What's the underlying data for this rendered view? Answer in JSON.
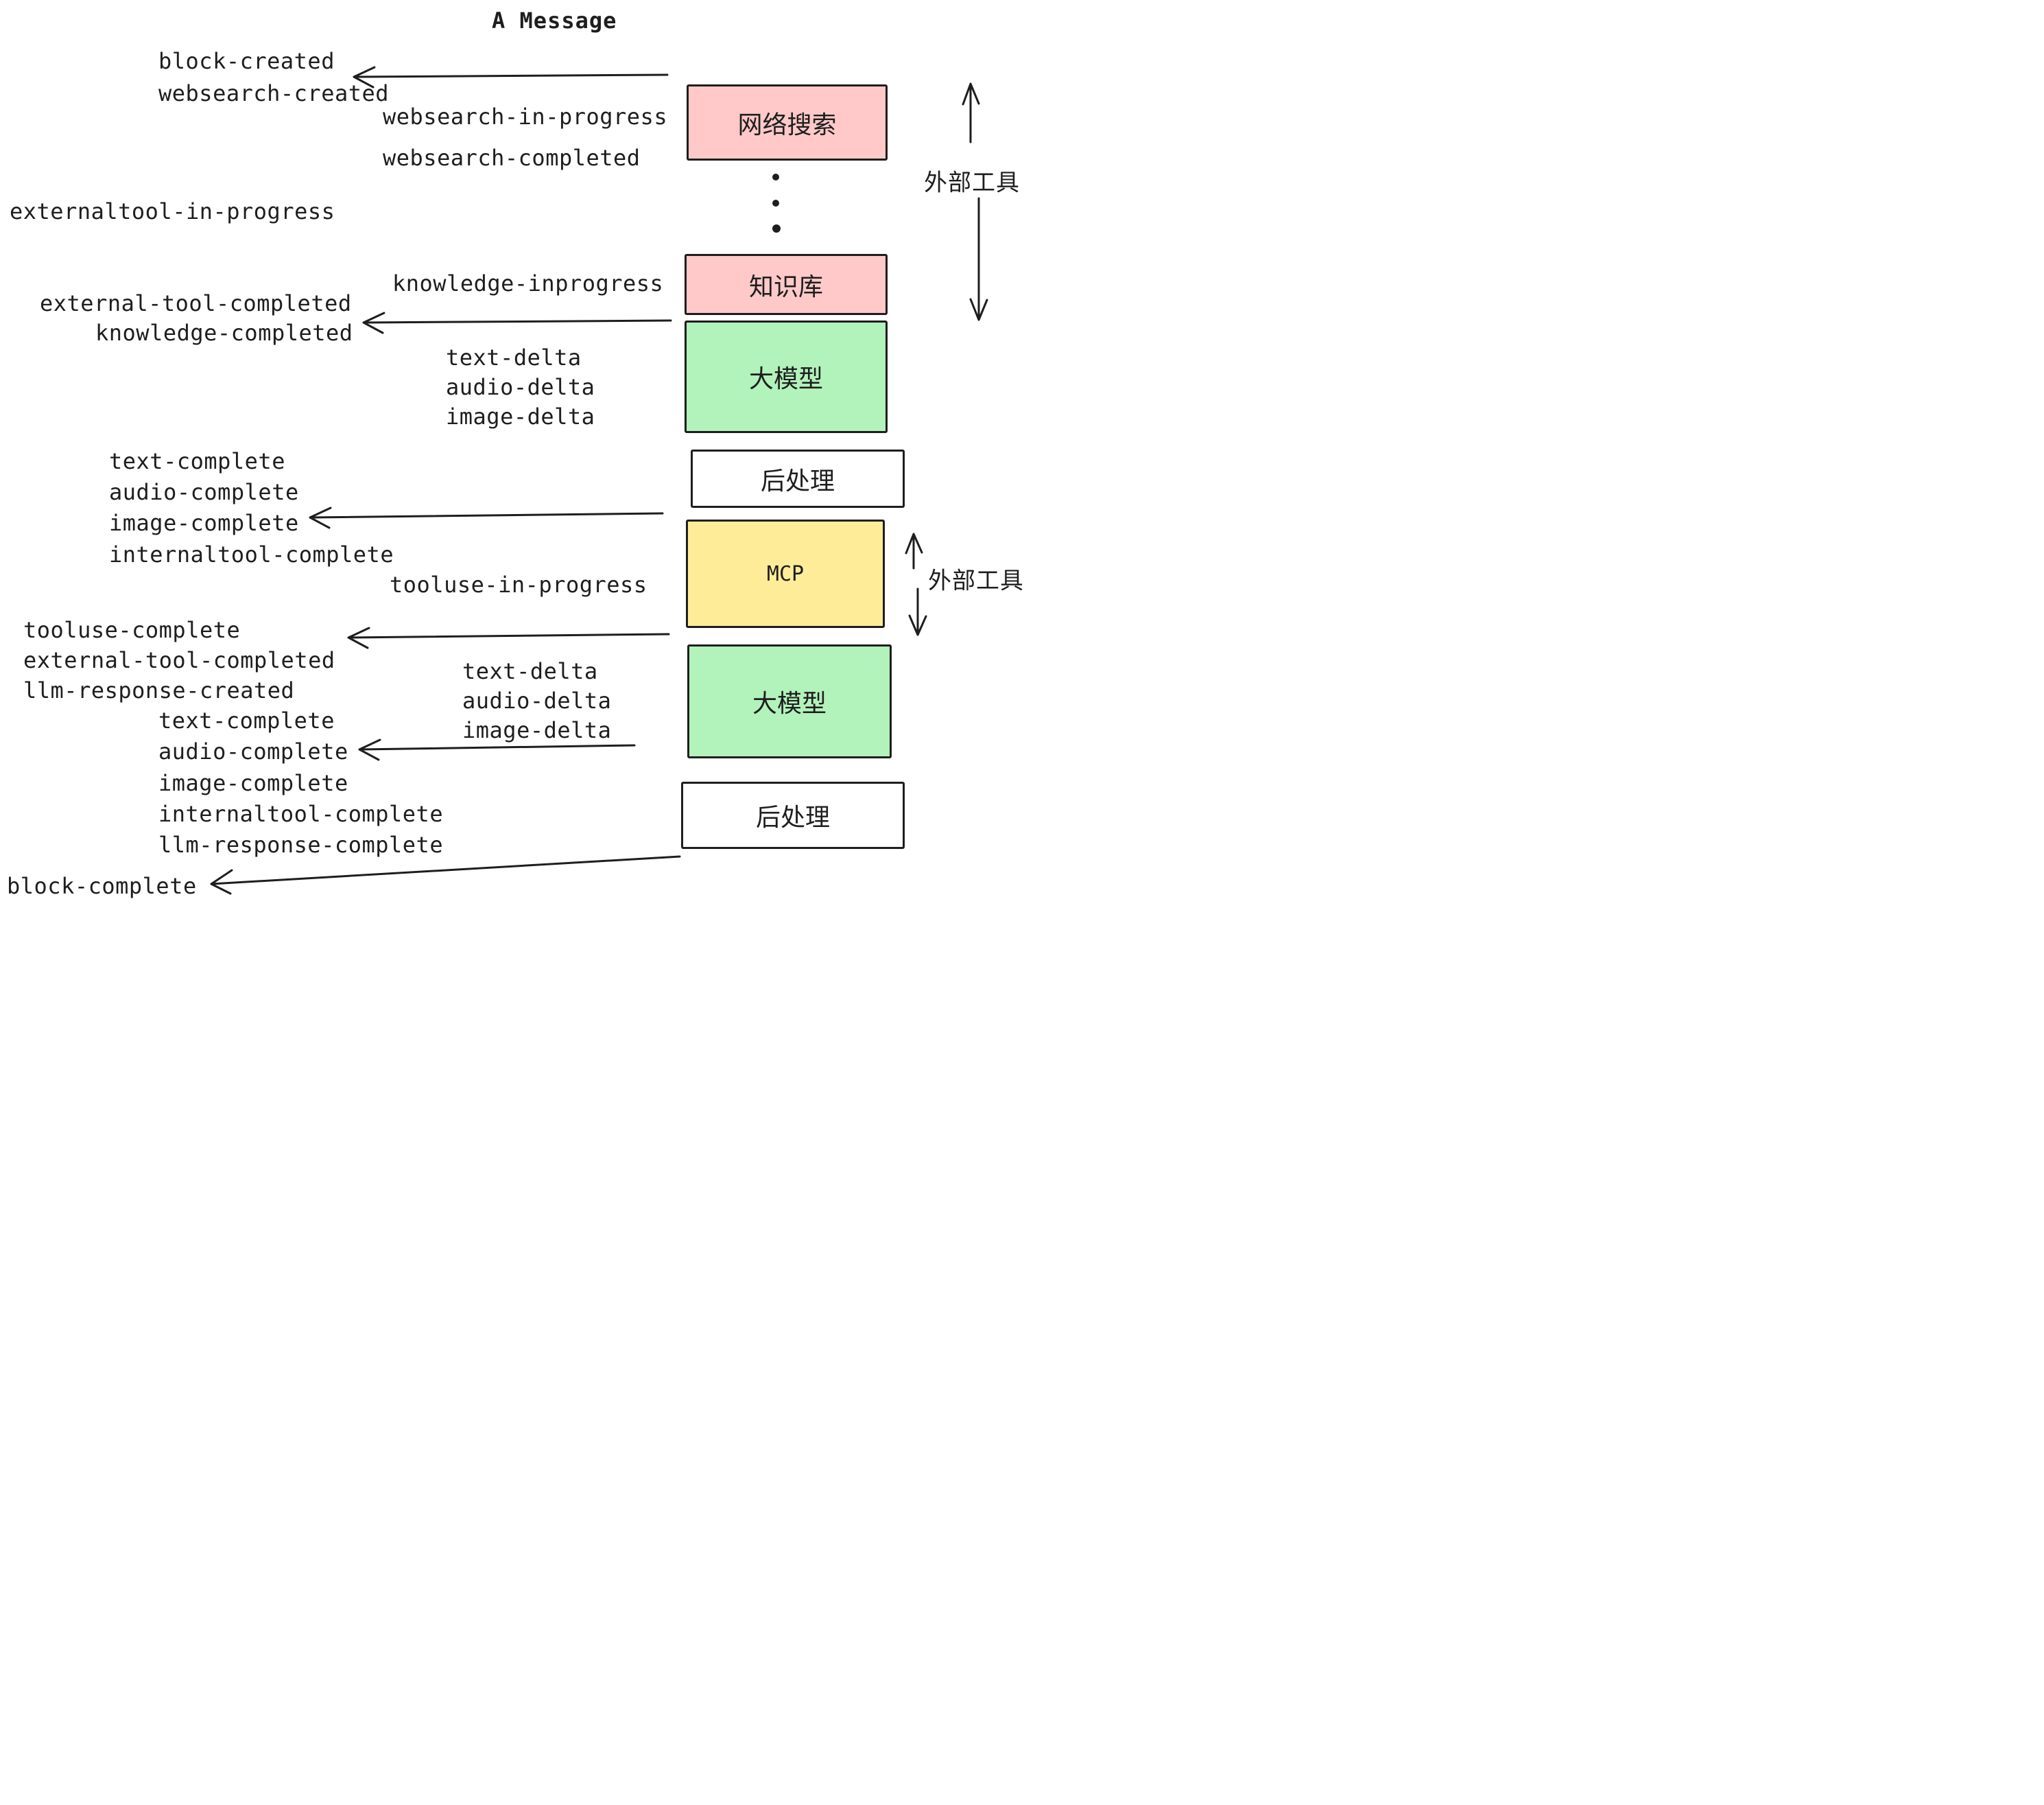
{
  "title": "A Message",
  "colors": {
    "ink": "#1e1e1e",
    "box_pink": "#ffc9c9",
    "box_green": "#b2f2bb",
    "box_yellow": "#ffec99",
    "box_white": "#ffffff",
    "background": "#ffffff"
  },
  "boxes": [
    {
      "id": "websearch",
      "label": "网络搜索",
      "fill": "pink"
    },
    {
      "id": "knowledge",
      "label": "知识库",
      "fill": "pink"
    },
    {
      "id": "llm-1",
      "label": "大模型",
      "fill": "green"
    },
    {
      "id": "post-1",
      "label": "后处理",
      "fill": "white"
    },
    {
      "id": "mcp",
      "label": "MCP",
      "fill": "yellow"
    },
    {
      "id": "llm-2",
      "label": "大模型",
      "fill": "green"
    },
    {
      "id": "post-2",
      "label": "后处理",
      "fill": "white"
    }
  ],
  "side_labels": {
    "external_tools_top": "外部工具",
    "external_tools_mcp": "外部工具"
  },
  "events": {
    "block_created": "block-created",
    "websearch_created": "websearch-created",
    "websearch_in_progress": "websearch-in-progress",
    "websearch_completed": "websearch-completed",
    "externaltool_in_progress": "externaltool-in-progress",
    "knowledge_inprogress": "knowledge-inprogress",
    "external_tool_completed": "external-tool-completed",
    "knowledge_completed": "knowledge-completed",
    "text_delta": "text-delta",
    "audio_delta": "audio-delta",
    "image_delta": "image-delta",
    "text_complete": "text-complete",
    "audio_complete": "audio-complete",
    "image_complete": "image-complete",
    "internaltool_complete": "internaltool-complete",
    "tooluse_in_progress": "tooluse-in-progress",
    "tooluse_complete": "tooluse-complete",
    "llm_response_created": "llm-response-created",
    "llm_response_complete": "llm-response-complete",
    "block_complete": "block-complete"
  }
}
